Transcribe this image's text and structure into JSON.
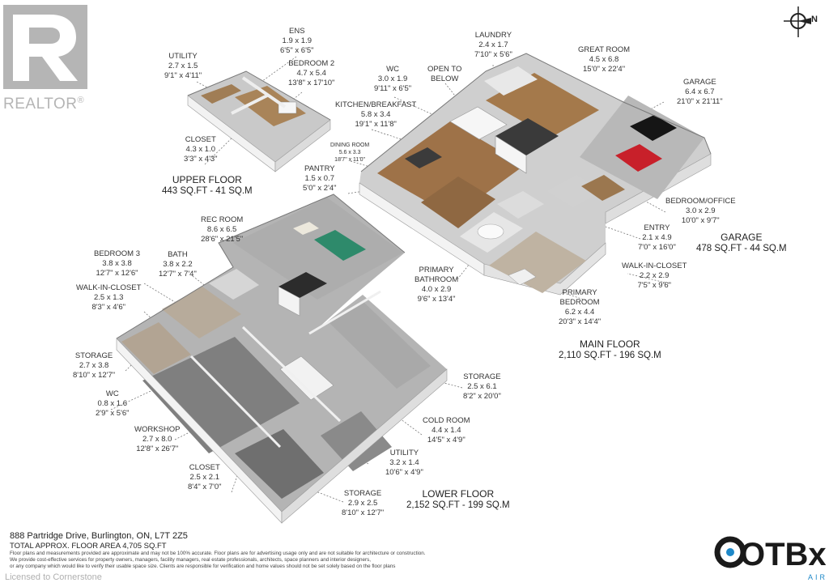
{
  "brand": {
    "realtor": "REALTOR",
    "reg": "®",
    "company": "OTBx",
    "company_sub": "AIR",
    "licensed": "Licensed to Cornerstone"
  },
  "compass": {
    "label": "N"
  },
  "address": "888 Partridge Drive, Burlington, ON, L7T 2Z5",
  "total_area": "TOTAL APPROX. FLOOR AREA 4,705 SQ.FT",
  "disclaimer": [
    "Floor plans and measurements provided are approximate and may not be 100% accurate. Floor plans are for advertising usage only and are not suitable for architecture or construction.",
    "We provide cost-effective services for property owners, managers, facility managers, real estate professionals, architects, space planners and interior designers,",
    "or any company which would like to verify their usable space size. Clients are responsible for verification and home values should not be set solely based on the floor plans"
  ],
  "floors": {
    "upper": {
      "name": "UPPER FLOOR",
      "area": "443 SQ.FT - 41 SQ.M"
    },
    "main": {
      "name": "MAIN FLOOR",
      "area": "2,110 SQ.FT - 196 SQ.M"
    },
    "garage": {
      "name": "GARAGE",
      "area": "478 SQ.FT - 44 SQ.M"
    },
    "lower": {
      "name": "LOWER FLOOR",
      "area": "2,152 SQ.FT - 199 SQ.M"
    }
  },
  "rooms": {
    "ens": {
      "name": "ENS",
      "metric": "1.9 x 1.9",
      "imperial": "6'5\" x 6'5\""
    },
    "utility_up": {
      "name": "UTILITY",
      "metric": "2.7 x 1.5",
      "imperial": "9'1\" x 4'11\""
    },
    "bedroom2": {
      "name": "BEDROOM 2",
      "metric": "4.7 x 5.4",
      "imperial": "13'8\" x 17'10\""
    },
    "closet_up": {
      "name": "CLOSET",
      "metric": "4.3 x 1.0",
      "imperial": "3'3\" x 4'3\""
    },
    "laundry": {
      "name": "LAUNDRY",
      "metric": "2.4 x 1.7",
      "imperial": "7'10\" x 5'6\""
    },
    "wc_main": {
      "name": "WC",
      "metric": "3.0 x 1.9",
      "imperial": "9'11\" x 6'5\""
    },
    "open_to_below": {
      "line1": "OPEN TO",
      "line2": "BELOW"
    },
    "great_room": {
      "name": "GREAT ROOM",
      "metric": "4.5 x 6.8",
      "imperial": "15'0\" x 22'4\""
    },
    "kitchen": {
      "name": "KITCHEN/BREAKFAST",
      "metric": "5.8 x 3.4",
      "imperial": "19'1\" x 11'8\""
    },
    "dining": {
      "name": "DINING ROOM",
      "metric": "5.6 x 3.3",
      "imperial": "18'7\" x 11'0\""
    },
    "garage_room": {
      "name": "GARAGE",
      "metric": "6.4 x 6.7",
      "imperial": "21'0\" x 21'11\""
    },
    "pantry": {
      "name": "PANTRY",
      "metric": "1.5 x 0.7",
      "imperial": "5'0\" x 2'4\""
    },
    "bedroom_office": {
      "name": "BEDROOM/OFFICE",
      "metric": "3.0 x 2.9",
      "imperial": "10'0\" x 9'7\""
    },
    "entry": {
      "name": "ENTRY",
      "metric": "2.1 x 4.9",
      "imperial": "7'0\" x 16'0\""
    },
    "rec_room": {
      "name": "REC ROOM",
      "metric": "8.6 x 6.5",
      "imperial": "28'6\" x 21'5\""
    },
    "walk_in_main": {
      "name": "WALK-IN-CLOSET",
      "metric": "2.2 x 2.9",
      "imperial": "7'5\" x 9'6\""
    },
    "bath": {
      "name": "BATH",
      "metric": "3.8 x 2.2",
      "imperial": "12'7\" x 7'4\""
    },
    "bedroom3": {
      "name": "BEDROOM 3",
      "metric": "3.8 x 3.8",
      "imperial": "12'7\" x 12'6\""
    },
    "primary_bath": {
      "name": "PRIMARY",
      "name2": "BATHROOM",
      "metric": "4.0 x 2.9",
      "imperial": "9'6\" x 13'4\""
    },
    "primary_bed": {
      "name": "PRIMARY",
      "name2": "BEDROOM",
      "metric": "6.2 x 4.4",
      "imperial": "20'3\" x 14'4\""
    },
    "walk_in_lower": {
      "name": "WALK-IN-CLOSET",
      "metric": "2.5 x 1.3",
      "imperial": "8'3\" x 4'6\""
    },
    "storage_left": {
      "name": "STORAGE",
      "metric": "2.7 x 3.8",
      "imperial": "8'10\" x 12'7\""
    },
    "storage_right": {
      "name": "STORAGE",
      "metric": "2.5 x 6.1",
      "imperial": "8'2\" x 20'0\""
    },
    "wc_lower": {
      "name": "WC",
      "metric": "0.8 x 1.6",
      "imperial": "2'9\" x 5'6\""
    },
    "cold_room": {
      "name": "COLD ROOM",
      "metric": "4.4 x 1.4",
      "imperial": "14'5\" x 4'9\""
    },
    "workshop": {
      "name": "WORKSHOP",
      "metric": "2.7 x 8.0",
      "imperial": "12'8\" x 26'7\""
    },
    "utility_low": {
      "name": "UTILITY",
      "metric": "3.2 x 1.4",
      "imperial": "10'6\" x 4'9\""
    },
    "closet_low": {
      "name": "CLOSET",
      "metric": "2.5 x 2.1",
      "imperial": "8'4\" x 7'0\""
    },
    "storage_bottom": {
      "name": "STORAGE",
      "metric": "2.9 x 2.5",
      "imperial": "8'10\" x 12'7\""
    }
  }
}
